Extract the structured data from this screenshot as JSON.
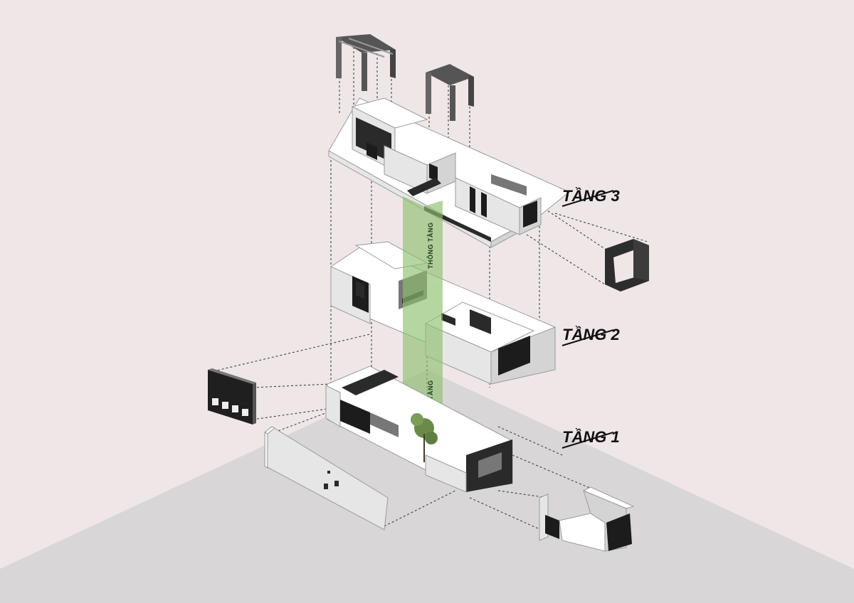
{
  "floors": [
    {
      "label": "TẦNG 3"
    },
    {
      "label": "TẦNG 2"
    },
    {
      "label": "TẦNG 1"
    }
  ],
  "void_labels": [
    "THÔNG TẦNG",
    "THÔNG TẦNG"
  ],
  "colors": {
    "background": "#efe6e8",
    "ground": "#d9d6d7",
    "void_green": "#8fc06f",
    "wall": "#ffffff",
    "dark": "#2a2a2a"
  }
}
